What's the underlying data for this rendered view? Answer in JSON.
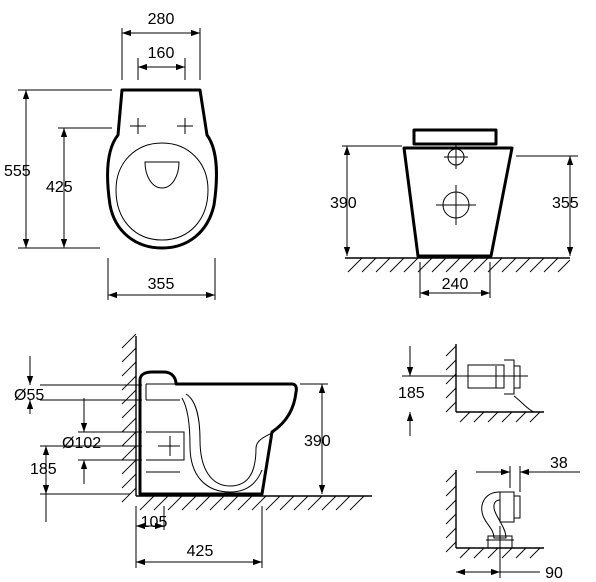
{
  "top_view": {
    "overall_width": "280",
    "hole_spacing": "160",
    "overall_length": "555",
    "hole_to_rim": "425",
    "bowl_width": "355"
  },
  "rear_view": {
    "total_height": "390",
    "outlet_height": "355",
    "base_width": "240"
  },
  "side_view": {
    "inlet_diameter": "Ø55",
    "outlet_diameter": "Ø102",
    "outlet_height": "185",
    "outlet_offset": "105",
    "depth": "425",
    "height": "390"
  },
  "detail_horizontal": {
    "outlet_height": "185"
  },
  "detail_vertical": {
    "wall_offset": "38",
    "floor_offset": "90"
  }
}
